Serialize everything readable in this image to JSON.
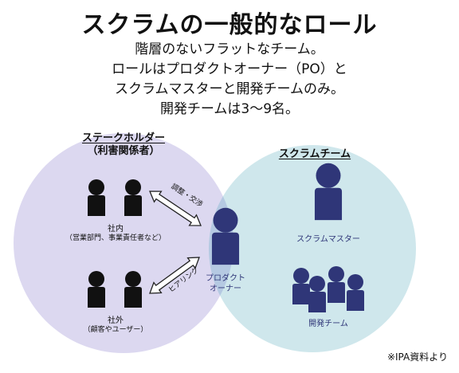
{
  "title": "スクラムの一般的なロール",
  "description": [
    "階層のないフラットなチーム。",
    "ロールはプロダクトオーナー（PO）と",
    "スクラムマスターと開発チームのみ。",
    "開発チームは3〜9名。"
  ],
  "stakeholders": {
    "title_line1": "ステークホルダー",
    "title_line2": "（利害関係者）",
    "internal_label": "社内",
    "internal_note": "（営業部門、事業責任者など）",
    "external_label": "社外",
    "external_note": "（顧客やユーザー）",
    "circle_color": "#dcd8f0"
  },
  "scrum_team": {
    "title": "スクラムチーム",
    "scrum_master": "スクラムマスター",
    "dev_team": "開発チーム",
    "circle_color": "#cfe7ec"
  },
  "product_owner": {
    "label_line1": "プロダクト",
    "label_line2": "オーナー"
  },
  "arrows": {
    "upper": "調整・交渉",
    "lower": "ヒアリング"
  },
  "colors": {
    "people_black": "#111111",
    "people_navy": "#2f3678",
    "overlap": "#b5c9e2"
  },
  "source": "※IPA資料より"
}
